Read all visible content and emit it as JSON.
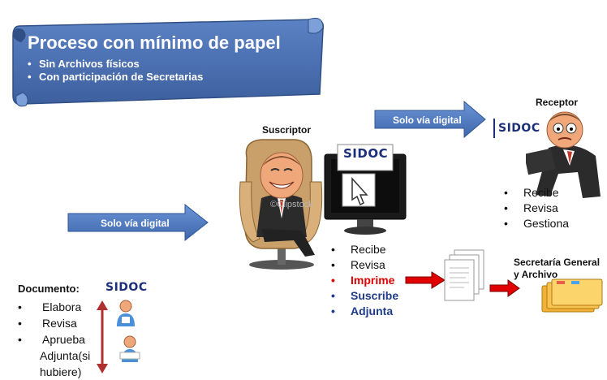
{
  "banner": {
    "title": "Proceso con mínimo de papel",
    "bullets": [
      "Sin Archivos físicos",
      "Con participación de Secretarias"
    ]
  },
  "arrows": {
    "top_label": "Solo vía digital",
    "left_label": "Solo vía digital"
  },
  "roles": {
    "suscriptor": "Suscriptor",
    "receptor": "Receptor",
    "secretaria": "Secretaría General y Archivo"
  },
  "sidoc": "SIDOC",
  "watermark": "©Clipstock",
  "documento": {
    "title": "Documento:",
    "items": [
      "Elabora",
      "Revisa",
      "Aprueba",
      "Adjunta(si",
      "hubiere)"
    ]
  },
  "suscriptor_list": {
    "items": [
      "Recibe",
      "Revisa",
      "Imprime",
      "Suscribe",
      "Adjunta"
    ]
  },
  "receptor_list": {
    "items": [
      "Recibe",
      "Revisa",
      "Gestiona"
    ]
  },
  "colors": {
    "banner_blue": "#4a6fb0",
    "arrow_blue": "#4f7fc4",
    "red": "#e00000",
    "dark_blue": "#1f3c8a"
  }
}
